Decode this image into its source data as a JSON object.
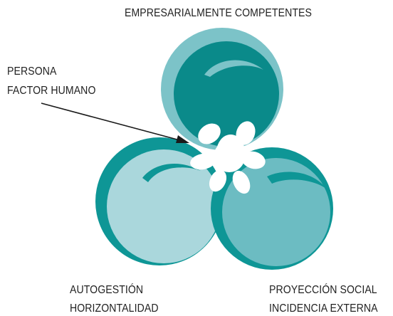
{
  "labels": {
    "top": "EMPRESARIALMENTE COMPETENTES",
    "center_line1": "PERSONA",
    "center_line2": "FACTOR HUMANO",
    "bottom_left_line1": "AUTOGESTIÓN",
    "bottom_left_line2": "HORIZONTALIDAD",
    "bottom_right_line1": "PROYECCIÓN SOCIAL",
    "bottom_right_line2": "INCIDENCIA EXTERNA"
  },
  "colors": {
    "dark_teal": "#0a8a8a",
    "medium_teal": "#0e9696",
    "light_teal": "#7cc3c8",
    "pale_teal": "#aad7dc",
    "mid_light_teal": "#6cbcc2",
    "flower": "#ffffff",
    "arrow": "#1a1a1a",
    "text": "#222222"
  }
}
